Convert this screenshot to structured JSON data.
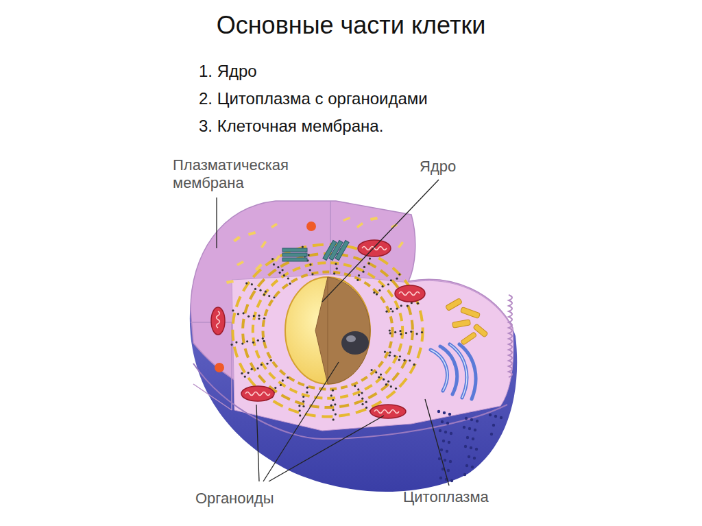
{
  "diagram": {
    "title": "Основные части клетки",
    "labels": [
      "1. Ядро",
      "2. Цитоплазма с органоидами",
      "3. Клеточная мембрана.",
      "Плазматическая мембрана",
      "Ядро",
      "Органоиды",
      "Цитоплазма"
    ]
  }
}
